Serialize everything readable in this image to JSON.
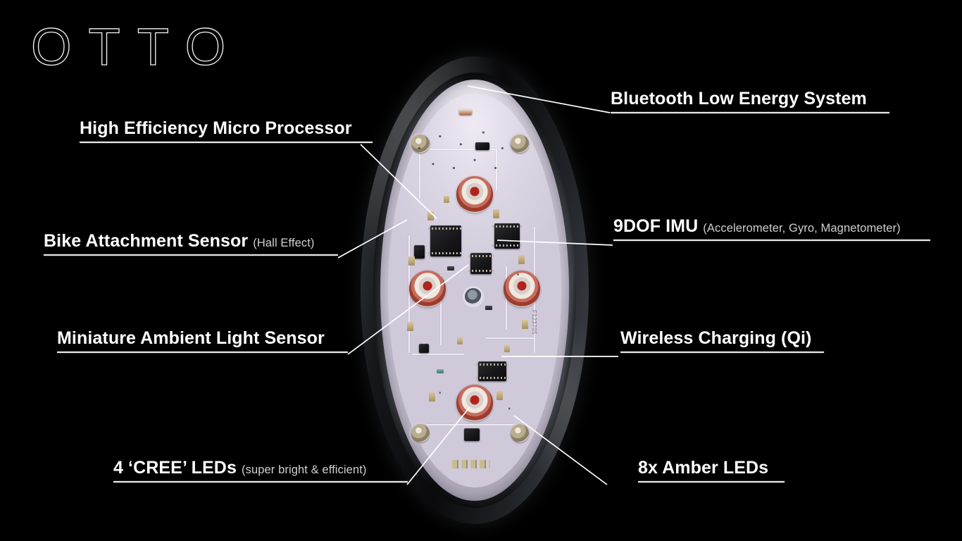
{
  "brand": {
    "wordmark": "OTTO"
  },
  "product": {
    "name": "otto-bike-light-pcb",
    "board_code": "F123705",
    "colors": {
      "background": "#000000",
      "text": "#ffffff",
      "subtext": "#cfcfcf",
      "rule": "#e8e8e8",
      "leader": "#ffffff",
      "pcb": "#d6d1e0",
      "led_red": "#b2231f"
    }
  },
  "callouts": [
    {
      "id": "bluetooth-low-energy-system",
      "label": "Bluetooth Low Energy System",
      "sub": "",
      "side": "right"
    },
    {
      "id": "high-efficiency-micro-processor",
      "label": "High Efficiency Micro Processor",
      "sub": "",
      "side": "left"
    },
    {
      "id": "bike-attachment-sensor",
      "label": "Bike Attachment Sensor",
      "sub": "(Hall Effect)",
      "side": "left"
    },
    {
      "id": "9dof-imu",
      "label": "9DOF IMU",
      "sub": "(Accelerometer, Gyro, Magnetometer)",
      "side": "right"
    },
    {
      "id": "miniature-ambient-light-sensor",
      "label": "Miniature Ambient Light Sensor",
      "sub": "",
      "side": "left"
    },
    {
      "id": "wireless-charging-qi",
      "label": "Wireless Charging (Qi)",
      "sub": "",
      "side": "right"
    },
    {
      "id": "cree-leds",
      "label": "4 ‘CREE’ LEDs",
      "sub": "(super bright & efficient)",
      "side": "left"
    },
    {
      "id": "amber-leds",
      "label": "8x Amber LEDs",
      "sub": "",
      "side": "right"
    }
  ]
}
